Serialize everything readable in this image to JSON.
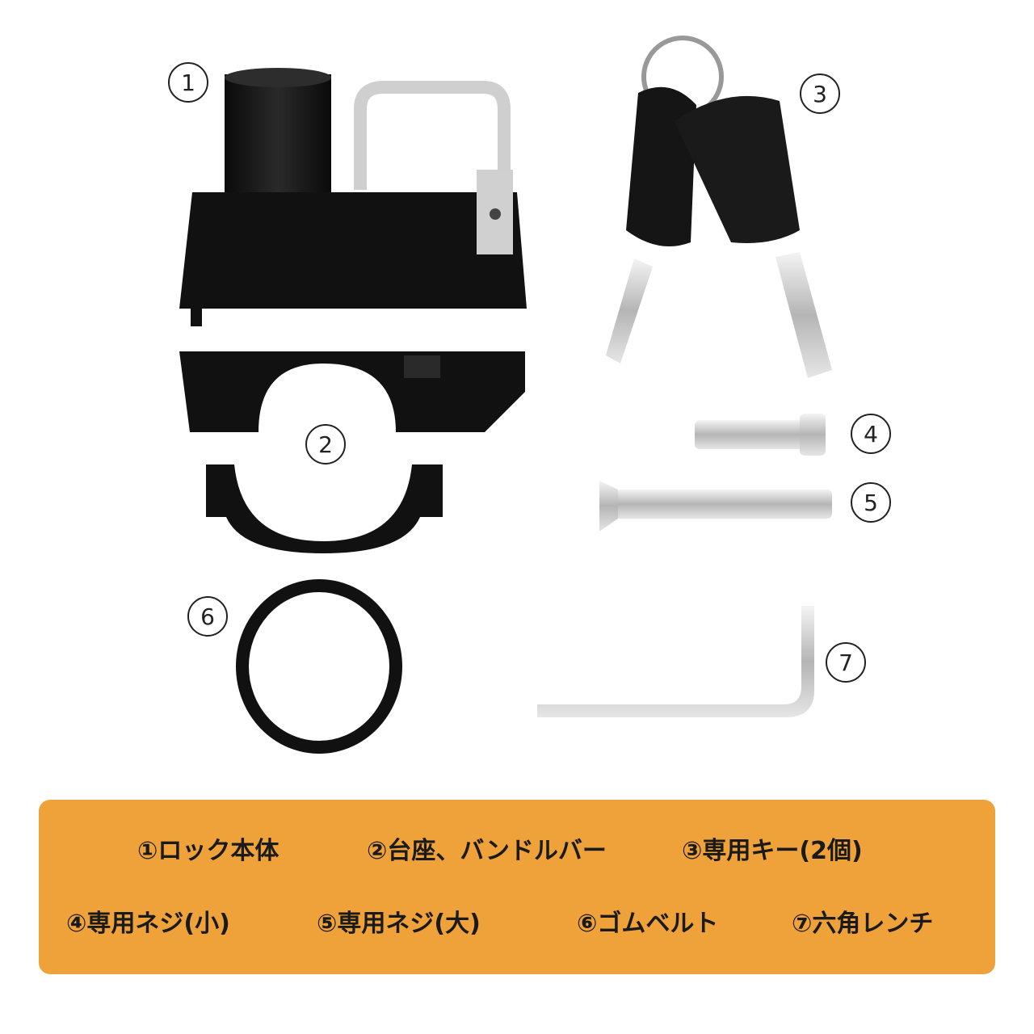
{
  "labels": [
    "1",
    "2",
    "3",
    "4",
    "5",
    "6",
    "7"
  ],
  "legend": {
    "row1": [
      "①ロック本体",
      "②台座、バンドルバー",
      "③専用キー(2個)"
    ],
    "row2": [
      "④専用ネジ(小)",
      "⑤専用ネジ(大)",
      "⑥ゴムベルト",
      "⑦六角レンチ"
    ]
  },
  "colors": {
    "legend_bg": "#f0a23a",
    "metal": "#c8c8c8",
    "body": "#111111"
  }
}
